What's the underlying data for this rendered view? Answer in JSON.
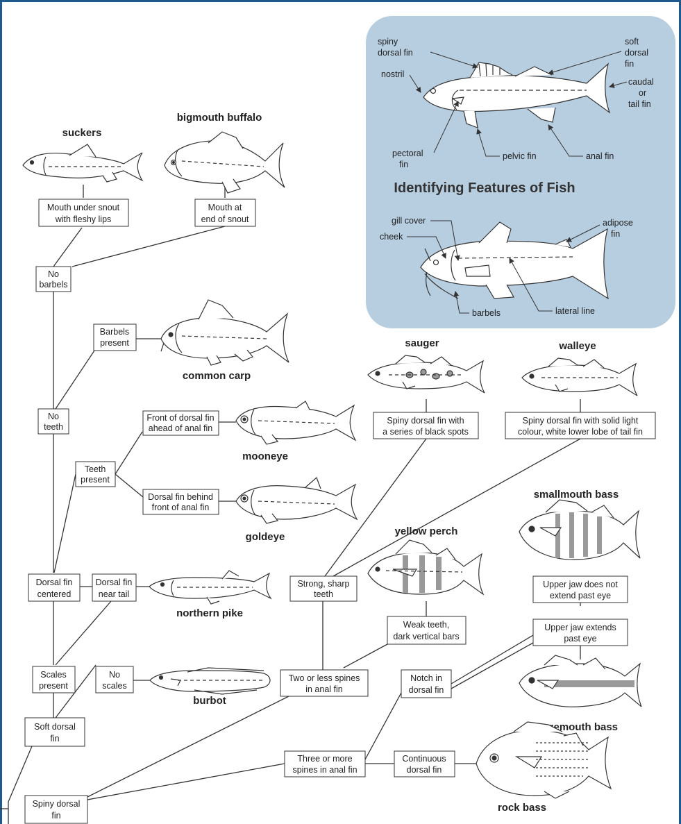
{
  "colors": {
    "border": "#1f5a8e",
    "panel": "#b7cde0",
    "line": "#333333",
    "spots": "#9a9a9a"
  },
  "features": {
    "title": "Identifying Features of Fish",
    "labels": {
      "spiny_dorsal": [
        "spiny",
        "dorsal fin"
      ],
      "nostril": "nostril",
      "soft_dorsal": [
        "soft",
        "dorsal",
        "fin"
      ],
      "caudal": [
        "caudal",
        "or",
        "tail fin"
      ],
      "pectoral": [
        "pectoral",
        "fin"
      ],
      "pelvic": "pelvic fin",
      "anal": "anal fin",
      "gill_cover": "gill cover",
      "cheek": "cheek",
      "adipose": [
        "adipose",
        "fin"
      ],
      "barbels": "barbels",
      "lateral_line": "lateral line"
    }
  },
  "fish": {
    "suckers": "suckers",
    "bigmouth_buffalo": "bigmouth buffalo",
    "common_carp": "common carp",
    "mooneye": "mooneye",
    "goldeye": "goldeye",
    "northern_pike": "northern pike",
    "burbot": "burbot",
    "sauger": "sauger",
    "walleye": "walleye",
    "yellow_perch": "yellow perch",
    "smallmouth_bass": "smallmouth bass",
    "largemouth_bass": "largemouth bass",
    "rock_bass": "rock bass"
  },
  "nodes": {
    "mouth_under": [
      "Mouth under snout",
      "with fleshy lips"
    ],
    "mouth_end": [
      "Mouth at",
      "end of snout"
    ],
    "no_barbels": [
      "No",
      "barbels"
    ],
    "barbels_present": [
      "Barbels",
      "present"
    ],
    "no_teeth": [
      "No",
      "teeth"
    ],
    "front_dorsal": [
      "Front of dorsal fin",
      "ahead of anal fin"
    ],
    "teeth_present": [
      "Teeth",
      "present"
    ],
    "dorsal_behind": [
      "Dorsal fin behind",
      "front of anal fin"
    ],
    "dorsal_centered": [
      "Dorsal fin",
      "centered"
    ],
    "dorsal_near_tail": [
      "Dorsal fin",
      "near tail"
    ],
    "scales_present": [
      "Scales",
      "present"
    ],
    "no_scales": [
      "No",
      "scales"
    ],
    "soft_dorsal": [
      "Soft dorsal",
      "fin"
    ],
    "spiny_dorsal": [
      "Spiny dorsal",
      "fin"
    ],
    "three_spines": [
      "Three or more",
      "spines in anal fin"
    ],
    "continuous": [
      "Continuous",
      "dorsal fin"
    ],
    "two_spines": [
      "Two or less spines",
      "in anal fin"
    ],
    "strong_teeth": [
      "Strong, sharp",
      "teeth"
    ],
    "weak_teeth": [
      "Weak teeth,",
      "dark vertical bars"
    ],
    "sauger_key": [
      "Spiny dorsal fin with",
      "a series of black spots"
    ],
    "walleye_key": [
      "Spiny dorsal fin with solid light",
      "colour, white lower lobe of tail fin"
    ],
    "notch": [
      "Notch in",
      "dorsal fin"
    ],
    "upper_not": [
      "Upper jaw does not",
      "extend past eye"
    ],
    "upper_extends": [
      "Upper jaw extends",
      "past eye"
    ]
  }
}
